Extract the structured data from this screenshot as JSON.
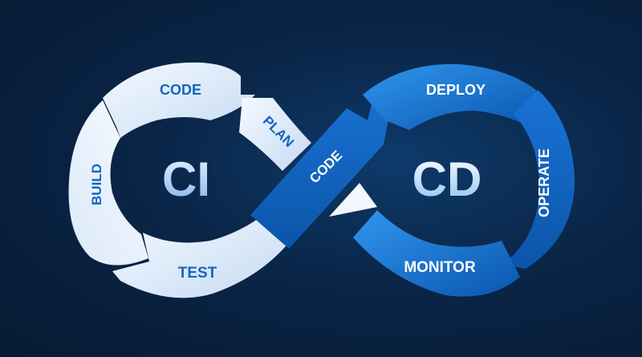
{
  "diagram": {
    "ci": {
      "title": "CI",
      "stages": {
        "code": "CODE",
        "plan": "PLAN",
        "build": "BUILD",
        "test": "TEST"
      }
    },
    "cd": {
      "title": "CD",
      "stages": {
        "deploy": "DEPLOY",
        "operate": "OPERATE",
        "monitor": "MONITOR"
      }
    },
    "center": {
      "code": "CODE"
    },
    "colors": {
      "background": "#0a2547",
      "ci_light": "#eef5fd",
      "ci_shade": "#c7dcf3",
      "cd_light": "#2b8be6",
      "cd_dark": "#0b5cb5",
      "label_blue": "#1565c0"
    }
  }
}
